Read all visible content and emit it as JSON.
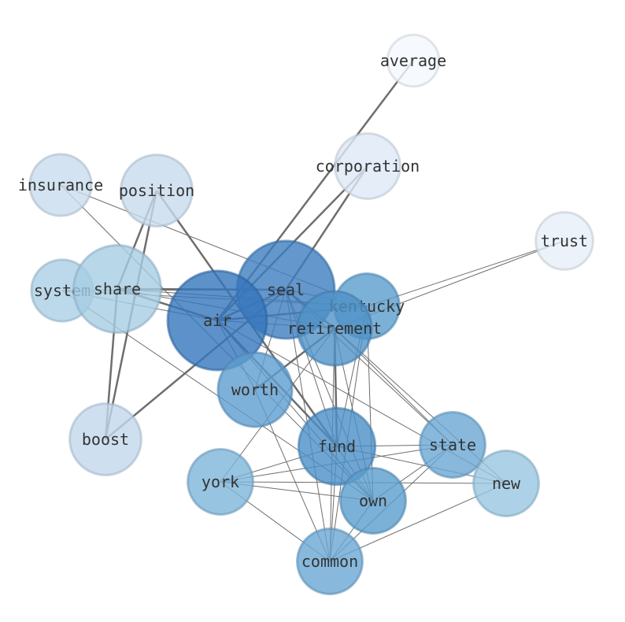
{
  "graph": {
    "nodes": [
      {
        "id": "average",
        "label": "average",
        "weight": 0.05,
        "color": "#f4f9fe"
      },
      {
        "id": "corporation",
        "label": "corporation",
        "weight": 0.2,
        "color": "#dde9f6"
      },
      {
        "id": "insurance",
        "label": "insurance",
        "weight": 0.15,
        "color": "#c8dcee"
      },
      {
        "id": "position",
        "label": "position",
        "weight": 0.3,
        "color": "#c8dbee"
      },
      {
        "id": "trust",
        "label": "trust",
        "weight": 0.1,
        "color": "#e6eff9"
      },
      {
        "id": "system",
        "label": "system",
        "weight": 0.15,
        "color": "#aacfe5"
      },
      {
        "id": "share",
        "label": "share",
        "weight": 0.65,
        "color": "#a6cde4"
      },
      {
        "id": "seal",
        "label": "seal",
        "weight": 0.95,
        "color": "#3d7ebf"
      },
      {
        "id": "air",
        "label": "air",
        "weight": 1.0,
        "color": "#3475bb"
      },
      {
        "id": "kentucky",
        "label": "kentucky",
        "weight": 0.2,
        "color": "#5b9dcd"
      },
      {
        "id": "retirement",
        "label": "retirement",
        "weight": 0.35,
        "color": "#4f92c7"
      },
      {
        "id": "worth",
        "label": "worth",
        "weight": 0.35,
        "color": "#5e9ecf"
      },
      {
        "id": "boost",
        "label": "boost",
        "weight": 0.3,
        "color": "#c2d8ec"
      },
      {
        "id": "fund",
        "label": "fund",
        "weight": 0.4,
        "color": "#4b8ec7"
      },
      {
        "id": "state",
        "label": "state",
        "weight": 0.2,
        "color": "#6aa8d4"
      },
      {
        "id": "york",
        "label": "york",
        "weight": 0.2,
        "color": "#7db5da"
      },
      {
        "id": "new",
        "label": "new",
        "weight": 0.2,
        "color": "#98c6e1"
      },
      {
        "id": "own",
        "label": "own",
        "weight": 0.2,
        "color": "#5b9dcd"
      },
      {
        "id": "common",
        "label": "common",
        "weight": 0.2,
        "color": "#6aa8d4"
      }
    ],
    "edges": [
      {
        "source": "average",
        "target": "air",
        "strength": "strong"
      },
      {
        "source": "corporation",
        "target": "air",
        "strength": "strong"
      },
      {
        "source": "corporation",
        "target": "seal",
        "strength": "strong"
      },
      {
        "source": "position",
        "target": "boost",
        "strength": "strong"
      },
      {
        "source": "position",
        "target": "share",
        "strength": "strong"
      },
      {
        "source": "position",
        "target": "fund",
        "strength": "strong"
      },
      {
        "source": "share",
        "target": "seal",
        "strength": "strong"
      },
      {
        "source": "share",
        "target": "air",
        "strength": "strong"
      },
      {
        "source": "share",
        "target": "boost",
        "strength": "strong"
      },
      {
        "source": "boost",
        "target": "seal",
        "strength": "strong"
      },
      {
        "source": "air",
        "target": "seal",
        "strength": "strong"
      },
      {
        "source": "air",
        "target": "fund",
        "strength": "strong"
      },
      {
        "source": "air",
        "target": "kentucky",
        "strength": "strong"
      },
      {
        "source": "seal",
        "target": "retirement",
        "strength": "strong"
      },
      {
        "source": "retirement",
        "target": "worth",
        "strength": "strong"
      },
      {
        "source": "retirement",
        "target": "fund",
        "strength": "strong"
      },
      {
        "source": "insurance",
        "target": "kentucky",
        "strength": "weak"
      },
      {
        "source": "insurance",
        "target": "own",
        "strength": "weak"
      },
      {
        "source": "trust",
        "target": "retirement",
        "strength": "weak"
      },
      {
        "source": "trust",
        "target": "kentucky",
        "strength": "weak"
      },
      {
        "source": "system",
        "target": "seal",
        "strength": "weak"
      },
      {
        "source": "system",
        "target": "air",
        "strength": "weak"
      },
      {
        "source": "system",
        "target": "kentucky",
        "strength": "weak"
      },
      {
        "source": "system",
        "target": "own",
        "strength": "weak"
      },
      {
        "source": "share",
        "target": "kentucky",
        "strength": "weak"
      },
      {
        "source": "share",
        "target": "retirement",
        "strength": "weak"
      },
      {
        "source": "seal",
        "target": "kentucky",
        "strength": "weak"
      },
      {
        "source": "seal",
        "target": "worth",
        "strength": "weak"
      },
      {
        "source": "seal",
        "target": "fund",
        "strength": "weak"
      },
      {
        "source": "seal",
        "target": "own",
        "strength": "weak"
      },
      {
        "source": "seal",
        "target": "state",
        "strength": "weak"
      },
      {
        "source": "seal",
        "target": "common",
        "strength": "weak"
      },
      {
        "source": "air",
        "target": "retirement",
        "strength": "weak"
      },
      {
        "source": "air",
        "target": "worth",
        "strength": "weak"
      },
      {
        "source": "air",
        "target": "own",
        "strength": "weak"
      },
      {
        "source": "air",
        "target": "new",
        "strength": "weak"
      },
      {
        "source": "kentucky",
        "target": "fund",
        "strength": "weak"
      },
      {
        "source": "kentucky",
        "target": "own",
        "strength": "weak"
      },
      {
        "source": "kentucky",
        "target": "common",
        "strength": "weak"
      },
      {
        "source": "retirement",
        "target": "state",
        "strength": "weak"
      },
      {
        "source": "retirement",
        "target": "own",
        "strength": "weak"
      },
      {
        "source": "retirement",
        "target": "common",
        "strength": "weak"
      },
      {
        "source": "retirement",
        "target": "york",
        "strength": "weak"
      },
      {
        "source": "retirement",
        "target": "new",
        "strength": "weak"
      },
      {
        "source": "fund",
        "target": "state",
        "strength": "weak"
      },
      {
        "source": "fund",
        "target": "york",
        "strength": "weak"
      },
      {
        "source": "fund",
        "target": "new",
        "strength": "weak"
      },
      {
        "source": "fund",
        "target": "own",
        "strength": "weak"
      },
      {
        "source": "fund",
        "target": "common",
        "strength": "weak"
      },
      {
        "source": "state",
        "target": "york",
        "strength": "weak"
      },
      {
        "source": "state",
        "target": "own",
        "strength": "weak"
      },
      {
        "source": "state",
        "target": "common",
        "strength": "weak"
      },
      {
        "source": "york",
        "target": "own",
        "strength": "weak"
      },
      {
        "source": "york",
        "target": "new",
        "strength": "weak"
      },
      {
        "source": "york",
        "target": "common",
        "strength": "weak"
      },
      {
        "source": "own",
        "target": "common",
        "strength": "weak"
      },
      {
        "source": "new",
        "target": "common",
        "strength": "weak"
      },
      {
        "source": "worth",
        "target": "common",
        "strength": "weak"
      }
    ]
  }
}
